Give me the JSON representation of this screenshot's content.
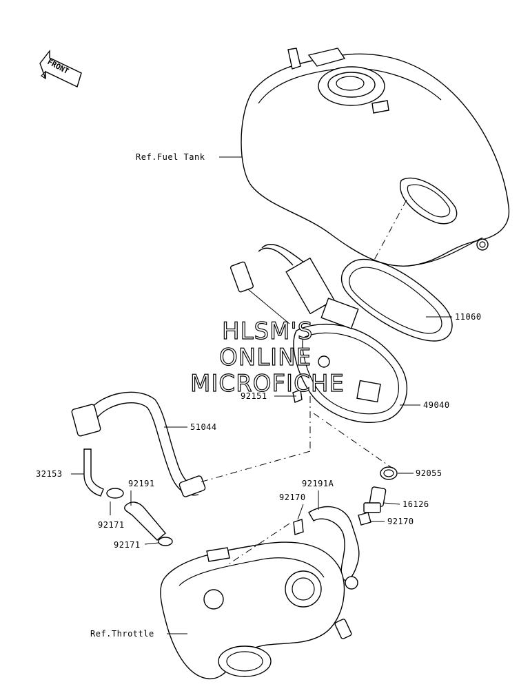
{
  "front_arrow": {
    "label": "FRONT"
  },
  "watermark": {
    "line1": "HLSM'S",
    "line2": "ONLINE",
    "line3": "MICROFICHE"
  },
  "callouts": {
    "fuel_tank": "Ref.Fuel Tank",
    "p11060": "11060",
    "p49040": "49040",
    "p92151": "92151",
    "p51044": "51044",
    "p32153": "32153",
    "p92191": "92191",
    "p92171_a": "92171",
    "p92171_b": "92171",
    "p92191a": "92191A",
    "p92170_a": "92170",
    "p92055": "92055",
    "p16126": "16126",
    "p92170_b": "92170",
    "throttle": "Ref.Throttle"
  }
}
